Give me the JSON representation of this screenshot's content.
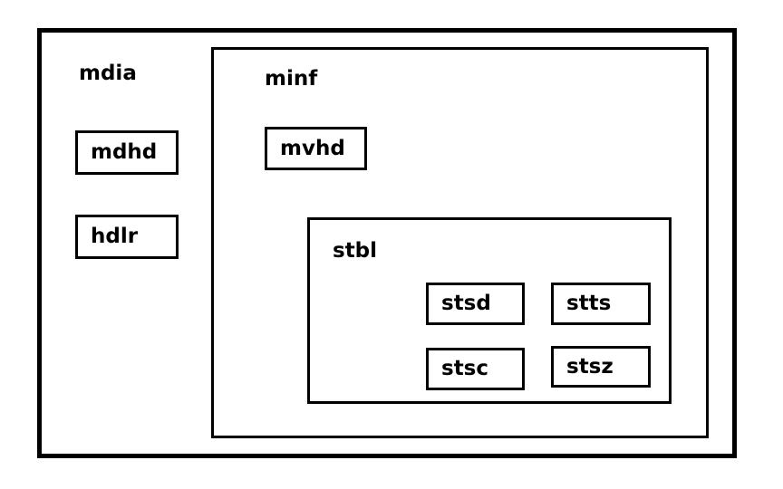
{
  "diagram": {
    "title_text": "",
    "colors": {
      "stroke": "#000000",
      "background": "#ffffff",
      "text": "#000000"
    },
    "containers": [
      {
        "id": "mdia",
        "label": "mdia"
      },
      {
        "id": "minf",
        "label": "minf"
      },
      {
        "id": "stbl",
        "label": "stbl"
      }
    ],
    "boxes": [
      {
        "id": "mdhd",
        "label": "mdhd",
        "parent": "mdia"
      },
      {
        "id": "hdlr",
        "label": "hdlr",
        "parent": "mdia"
      },
      {
        "id": "mvhd",
        "label": "mvhd",
        "parent": "minf"
      },
      {
        "id": "stsd",
        "label": "stsd",
        "parent": "stbl"
      },
      {
        "id": "stts",
        "label": "stts",
        "parent": "stbl"
      },
      {
        "id": "stsc",
        "label": "stsc",
        "parent": "stbl"
      },
      {
        "id": "stsz",
        "label": "stsz",
        "parent": "stbl"
      }
    ]
  }
}
